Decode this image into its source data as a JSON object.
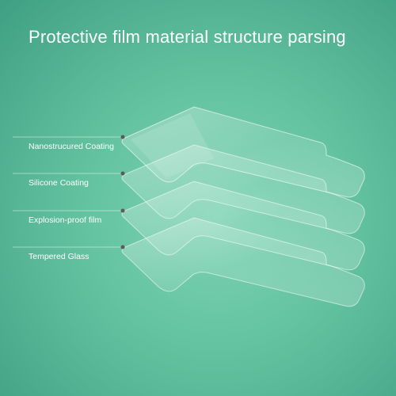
{
  "title": "Protective film material structure parsing",
  "layers": [
    {
      "label": "Nanostrucured Coating"
    },
    {
      "label": "Silicone Coating"
    },
    {
      "label": "Explosion-proof film"
    },
    {
      "label": "Tempered Glass"
    }
  ]
}
